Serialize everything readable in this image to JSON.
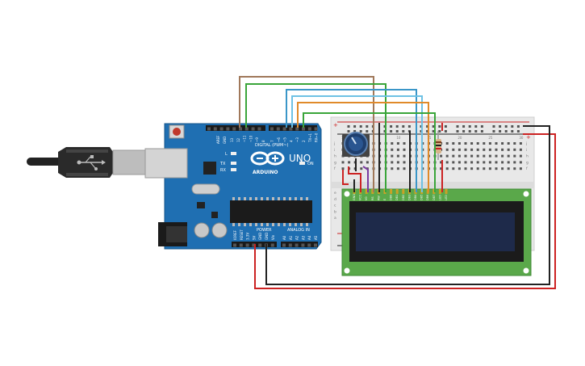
{
  "arduino": {
    "brand": "ARDUINO",
    "model": "UNO",
    "on_label": "ON",
    "tx_label": "TX",
    "rx_label": "RX",
    "l_label": "L",
    "digital_header": "DIGITAL (PWM~)",
    "power_header": "POWER",
    "analog_header": "ANALOG IN",
    "aref_labels": [
      "AREF",
      "GND"
    ],
    "digital_pins_top": [
      "13",
      "12",
      "~11",
      "~10",
      "~9",
      "8"
    ],
    "digital_pins_bottom": [
      "7",
      "~6",
      "~5",
      "4",
      "~3",
      "2",
      "TX→1",
      "RX←0"
    ],
    "power_pins": [
      "IOREF",
      "RESET",
      "3.3V",
      "5V",
      "GND",
      "GND",
      "Vin"
    ],
    "analog_pins": [
      "A0",
      "A1",
      "A2",
      "A3",
      "A4",
      "A5"
    ]
  },
  "breadboard": {
    "plus_label": "+",
    "minus_label": "-",
    "row_letters_top": [
      "j",
      "i",
      "h",
      "g",
      "f"
    ],
    "row_letters_bottom": [
      "e",
      "d",
      "c",
      "b",
      "a"
    ],
    "column_numbers": [
      "1",
      "5",
      "10",
      "15",
      "20",
      "25",
      "30"
    ]
  },
  "lcd": {
    "pin_labels": [
      "GND",
      "VCC",
      "V0",
      "RS",
      "RW",
      "E",
      "DB0",
      "DB1",
      "DB2",
      "DB3",
      "DB4",
      "DB5",
      "DB6",
      "DB7",
      "LED",
      "LED"
    ]
  },
  "colors": {
    "arduino_board": "#1f6fb2",
    "breadboard": "#e8e8e8",
    "lcd_pcb": "#5aa84a",
    "lcd_screen": "#1e2a4a",
    "wire_brown": "#a0785a",
    "wire_green": "#3aa53a",
    "wire_blue": "#3a96c8",
    "wire_light_blue": "#6ec1e4",
    "wire_orange": "#e08a2a",
    "wire_red": "#cc2222",
    "wire_black": "#222222",
    "wire_purple": "#7a3aa0"
  }
}
